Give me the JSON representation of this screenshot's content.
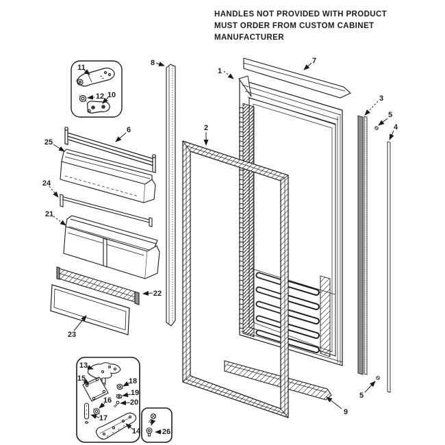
{
  "header": {
    "lines": [
      "HANDLES NOT PROVIDED WITH PRODUCT",
      "MUST ORDER FROM CUSTOM CABINET",
      "MANUFACTURER"
    ]
  },
  "diagram": {
    "type": "exploded-parts-diagram",
    "subject": "refrigerator-door-assembly",
    "colors": {
      "line": "#1a1a1a",
      "background": "#ffffff",
      "shade": "#8f8f8f"
    },
    "callouts": {
      "door_panel": "1",
      "door_gasket": "2",
      "side_trim_outer": "3",
      "side_trim_rear": "4",
      "screw_upper": "5",
      "screw_lower": "5",
      "shelf_rail": "6",
      "top_trim": "7",
      "left_trim": "8",
      "bottom_trim": "9",
      "hinge_cam": "10",
      "top_hinge_plate": "11",
      "hinge_washer": "12",
      "top_bracket": "13",
      "bottom_hinge_plate": "14",
      "hinge_shim": "15",
      "washer": "16",
      "hinge_pin": "17",
      "hinge_nut": "18",
      "lock_washer": "19",
      "hinge_screw": "20",
      "door_bin_divided": "21",
      "trim_insert": "22",
      "lower_panel": "23",
      "shelf_bar": "24",
      "door_bin": "25",
      "screw_grommet": "26"
    }
  }
}
